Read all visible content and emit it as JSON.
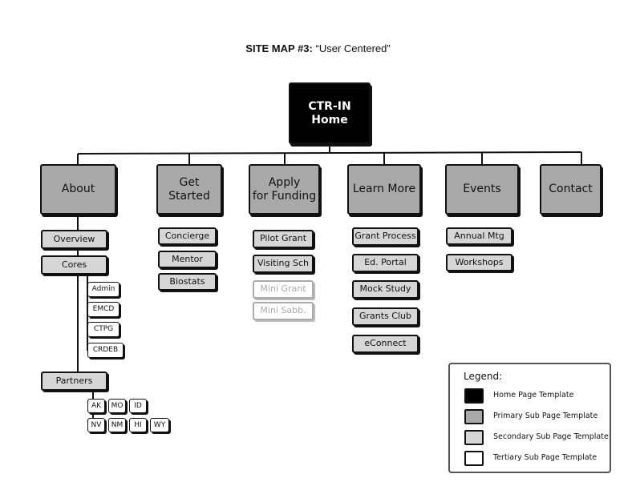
{
  "title": {
    "bold": "SITE MAP #3:",
    "rest": "“User Centered”"
  },
  "home": {
    "line1": "CTR-IN",
    "line2": "Home"
  },
  "primary": {
    "about": "About",
    "get_started": "Get Started",
    "apply_line1": "Apply",
    "apply_line2": "for Funding",
    "learn_more": "Learn More",
    "events": "Events",
    "contact": "Contact"
  },
  "about": {
    "overview": "Overview",
    "cores": "Cores",
    "core_items": [
      "Admin",
      "EMCD",
      "CTPG",
      "CRDEB"
    ],
    "partners": "Partners",
    "partner_row1": [
      "AK",
      "MO",
      "ID"
    ],
    "partner_row2": [
      "NV",
      "NM",
      "HI",
      "WY"
    ]
  },
  "get_started": {
    "items": [
      "Concierge",
      "Mentor",
      "Biostats"
    ]
  },
  "apply": {
    "items": [
      "Pilot Grant",
      "Visiting Sch"
    ],
    "inactive_items": [
      "Mini Grant",
      "Mini Sabb."
    ]
  },
  "learn_more": {
    "items": [
      "Grant Process",
      "Ed. Portal",
      "Mock Study",
      "Grants Club",
      "eConnect"
    ]
  },
  "events": {
    "items": [
      "Annual Mtg",
      "Workshops"
    ]
  },
  "legend": {
    "title": "Legend:",
    "entries": [
      {
        "label": "Home Page Template",
        "color": "#000000"
      },
      {
        "label": "Primary Sub Page Template",
        "color": "#a9a9a9"
      },
      {
        "label": "Secondary Sub Page Template",
        "color": "#d6d6d6"
      },
      {
        "label": "Tertiary Sub Page Template",
        "color": "#ffffff"
      }
    ]
  }
}
